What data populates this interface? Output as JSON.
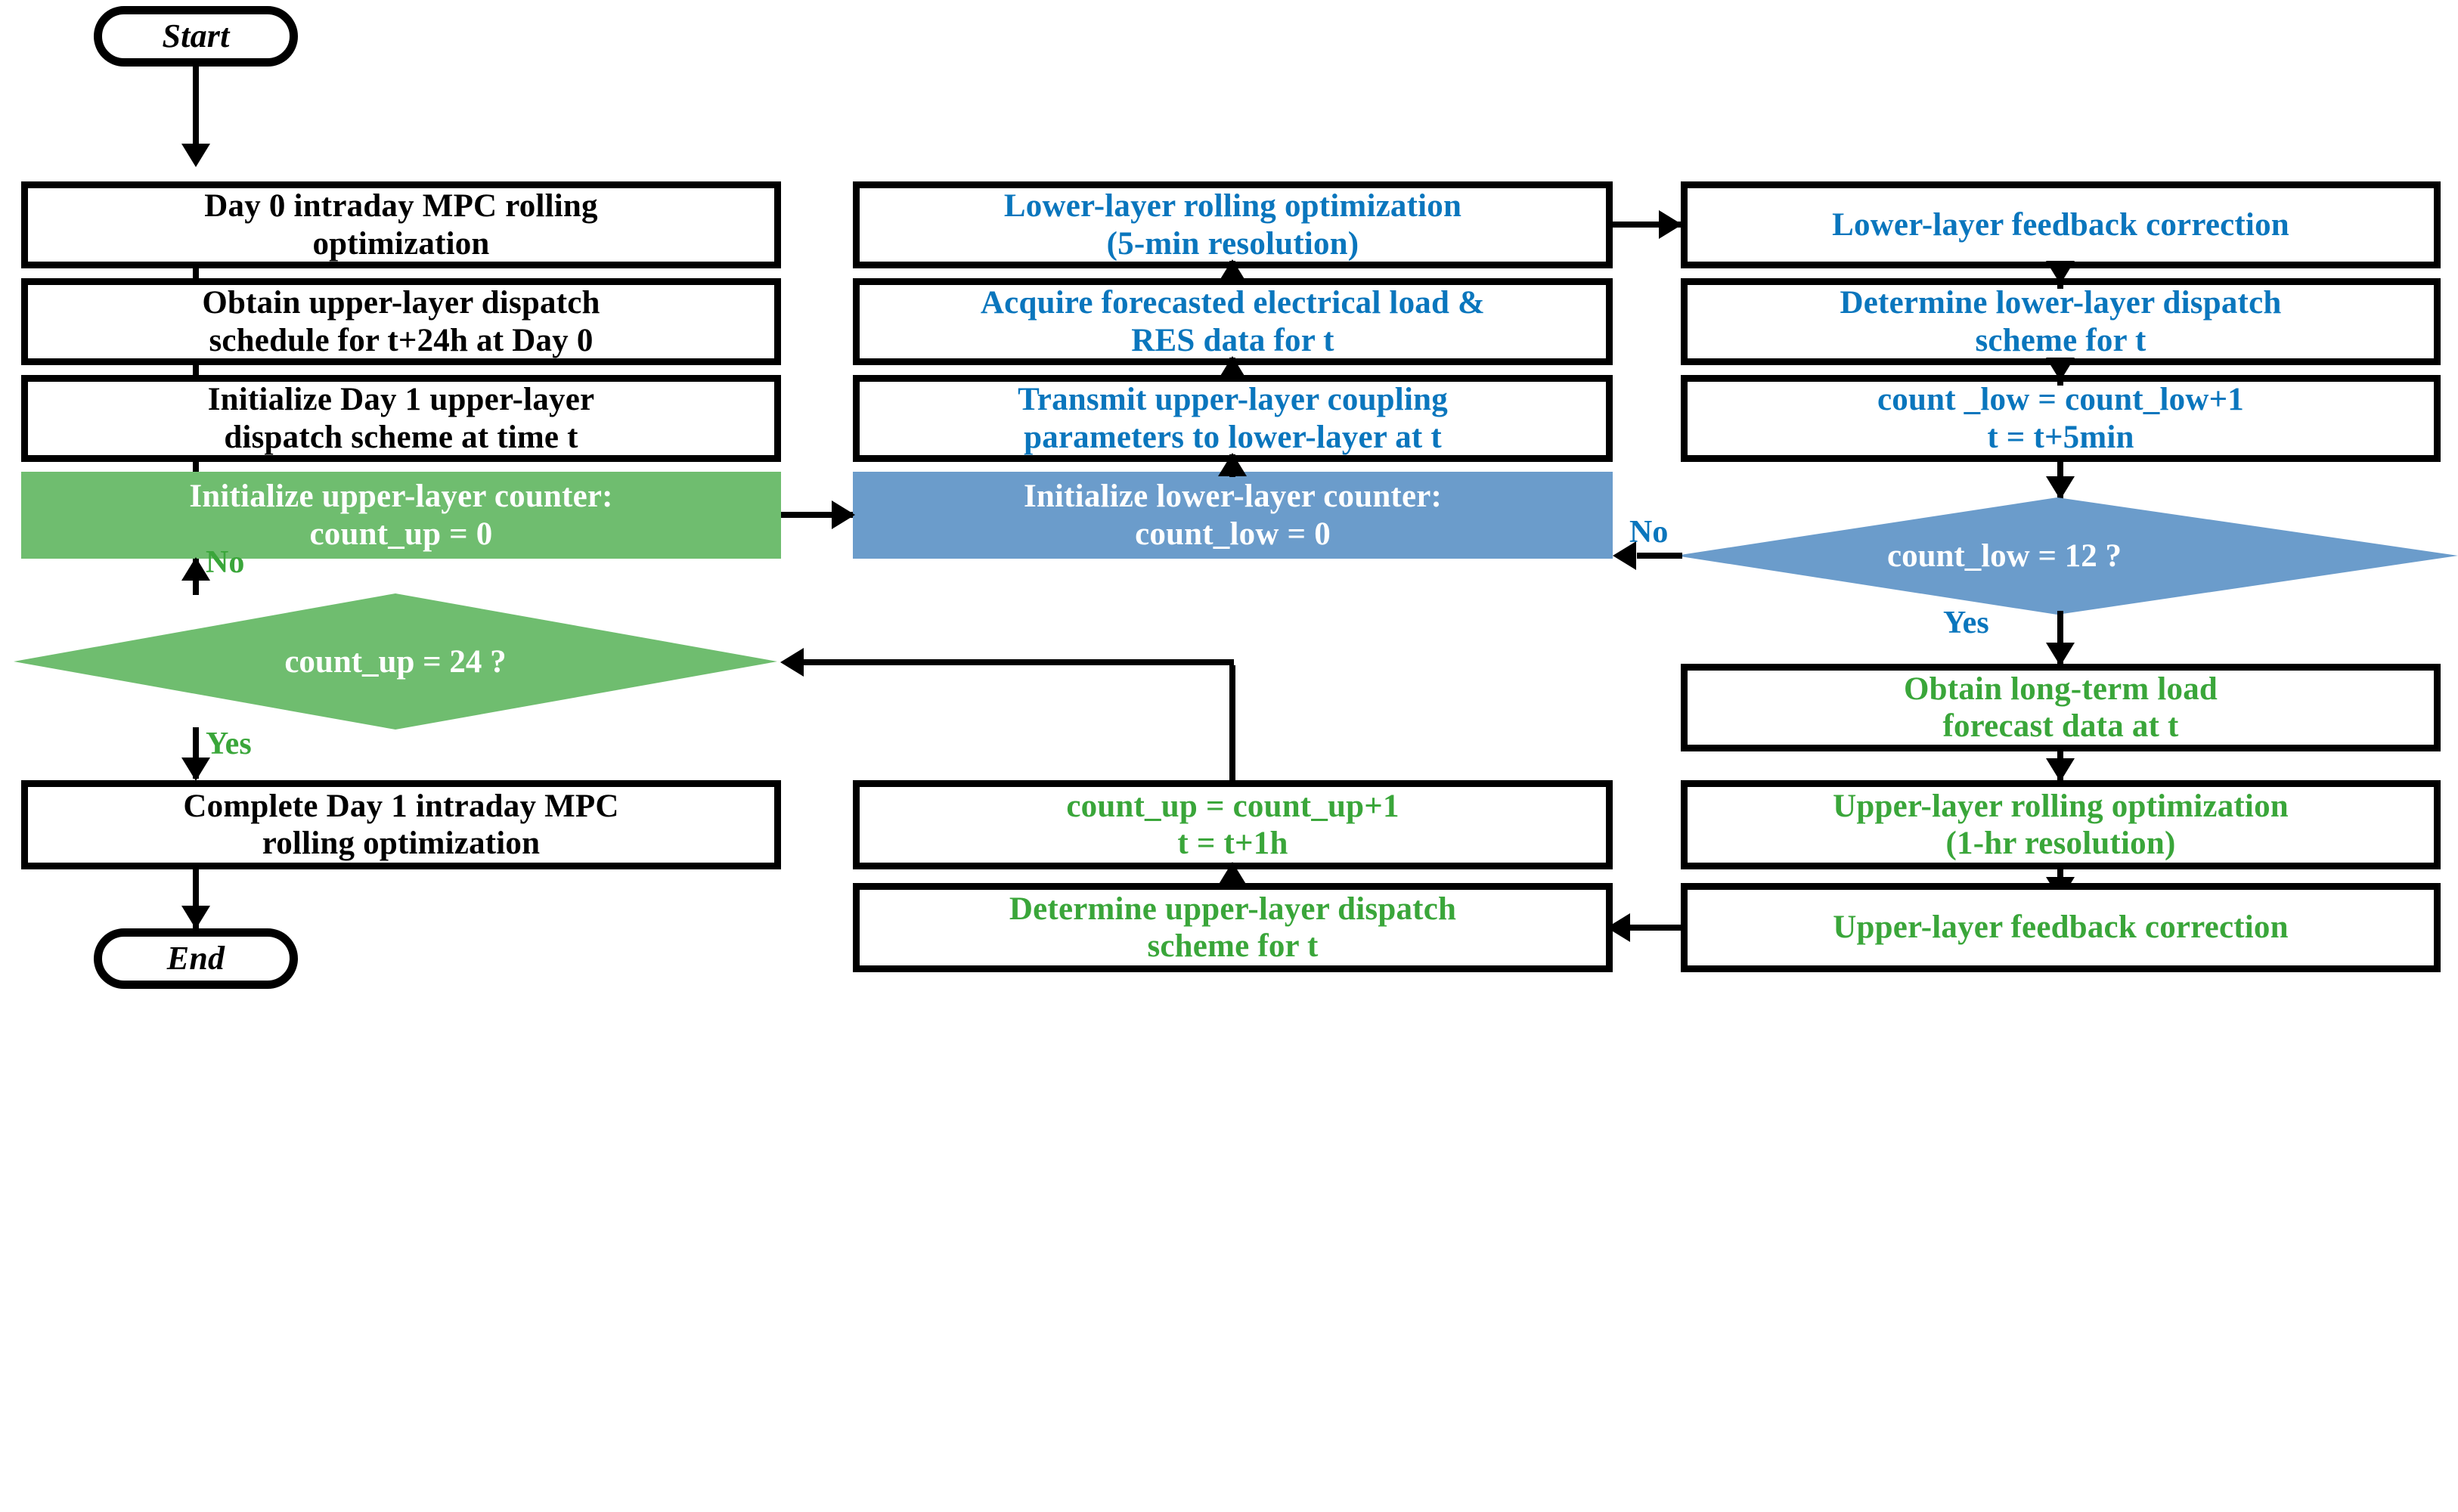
{
  "colors": {
    "black_text": "#000000",
    "blue_text": "#0a76bd",
    "green_text": "#3aa63a",
    "white_text": "#ffffff",
    "green_fill": "#6fbd6f",
    "blue_fill": "#6b9ccb",
    "stroke": "#000000",
    "background": "#ffffff"
  },
  "diagram": {
    "type": "flowchart",
    "title": "Two-layer MPC rolling optimization flowchart"
  },
  "nodes": {
    "start": {
      "label": "Start",
      "shape": "terminator"
    },
    "day0_opt": {
      "line1": "Day 0 intraday MPC rolling",
      "line2": "optimization",
      "shape": "process"
    },
    "obtain_upper": {
      "line1": "Obtain upper-layer dispatch",
      "line2": "schedule for t+24h at Day 0",
      "shape": "process"
    },
    "init_day1": {
      "line1": "Initialize Day 1 upper-layer",
      "line2": "dispatch scheme at time t",
      "shape": "process"
    },
    "init_upper_counter": {
      "line1": "Initialize upper-layer counter:",
      "line2": "count_up = 0",
      "shape": "process-filled-green"
    },
    "decide_up": {
      "label": "count_up = 24 ?",
      "shape": "decision-green"
    },
    "complete_day1": {
      "line1": "Complete Day 1 intraday MPC",
      "line2": "rolling optimization",
      "shape": "process"
    },
    "end": {
      "label": "End",
      "shape": "terminator"
    },
    "lower_rolling": {
      "line1": "Lower-layer rolling optimization",
      "line2": "(5-min resolution)",
      "shape": "process"
    },
    "acquire_forecast": {
      "line1": "Acquire forecasted electrical load &",
      "line2": "RES data for t",
      "shape": "process"
    },
    "transmit_params": {
      "line1": "Transmit upper-layer coupling",
      "line2": "parameters to lower-layer at t",
      "shape": "process"
    },
    "init_lower_counter": {
      "line1": "Initialize lower-layer counter:",
      "line2": "count_low = 0",
      "shape": "process-filled-blue"
    },
    "count_up_incr": {
      "line1": "count_up = count_up+1",
      "line2": "t = t+1h",
      "shape": "process"
    },
    "determine_upper": {
      "line1": "Determine upper-layer dispatch",
      "line2": "scheme for t",
      "shape": "process"
    },
    "lower_feedback": {
      "label": "Lower-layer feedback correction",
      "shape": "process"
    },
    "determine_lower": {
      "line1": "Determine lower-layer dispatch",
      "line2": "scheme for t",
      "shape": "process"
    },
    "count_low_incr": {
      "line1": "count _low = count_low+1",
      "line2": "t = t+5min",
      "shape": "process"
    },
    "decide_low": {
      "label": "count_low = 12 ?",
      "shape": "decision-blue"
    },
    "obtain_longterm": {
      "line1": "Obtain long-term load",
      "line2": "forecast data at t",
      "shape": "process"
    },
    "upper_rolling": {
      "line1": "Upper-layer rolling optimization",
      "line2": "(1-hr resolution)",
      "shape": "process"
    },
    "upper_feedback": {
      "label": "Upper-layer feedback correction",
      "shape": "process"
    }
  },
  "edge_labels": {
    "low_no": "No",
    "low_yes": "Yes",
    "up_no": "No",
    "up_yes": "Yes"
  }
}
